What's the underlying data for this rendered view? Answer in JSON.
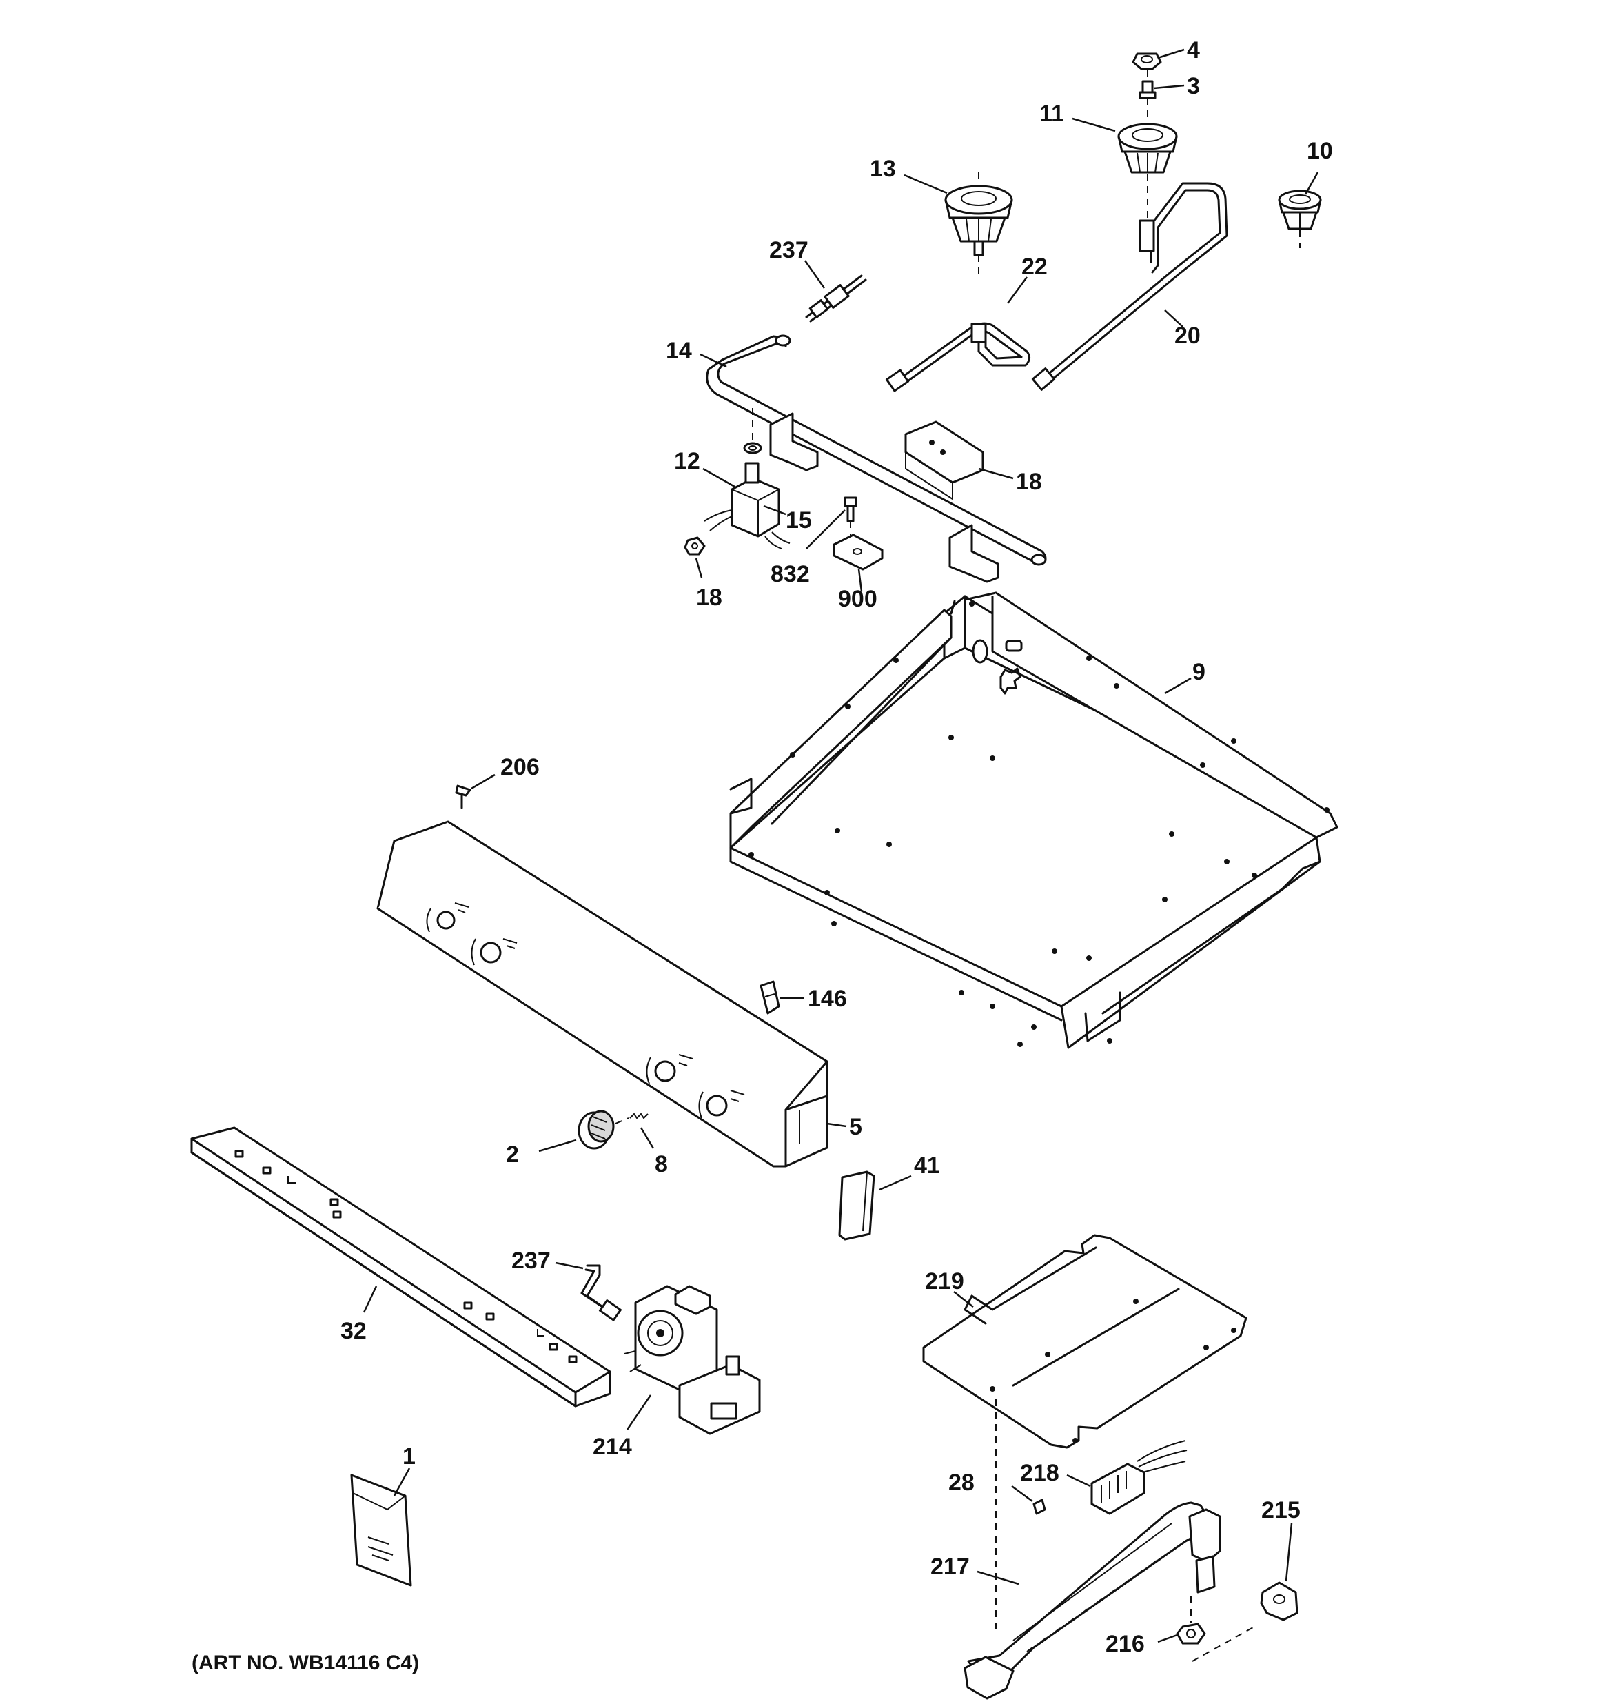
{
  "callouts": {
    "c4": "4",
    "c3": "3",
    "c11": "11",
    "c13": "13",
    "c10": "10",
    "c237_top": "237",
    "c22": "22",
    "c20": "20",
    "c14": "14",
    "c18_right": "18",
    "c12": "12",
    "c15": "15",
    "c832": "832",
    "c18_left": "18",
    "c900": "900",
    "c9": "9",
    "c206": "206",
    "c146": "146",
    "c5": "5",
    "c2": "2",
    "c8": "8",
    "c41": "41",
    "c237_bottom": "237",
    "c32": "32",
    "c214": "214",
    "c219": "219",
    "c1": "1",
    "c28": "28",
    "c218": "218",
    "c215": "215",
    "c217": "217",
    "c216": "216"
  },
  "caption": "(ART NO. WB14116 C4)"
}
